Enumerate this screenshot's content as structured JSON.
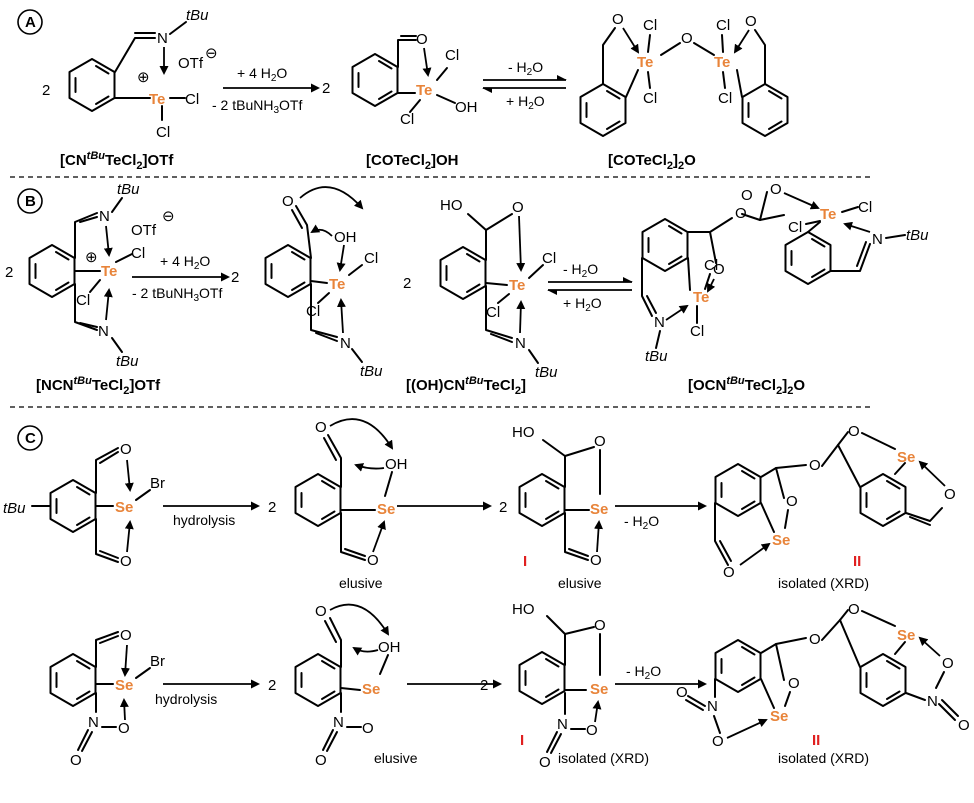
{
  "panels": {
    "a": {
      "letter": "A",
      "compound_1": "[CN",
      "compound_1_sup": "tBu",
      "compound_1_end": "TeCl",
      "compound_1_tail": "]OTf",
      "compound_2": "[COTeCl",
      "compound_2_tail": "]OH",
      "compound_3": "[COTeCl",
      "compound_3_tail": "]",
      "compound_3_end": "O",
      "reagent_top": "+ 4 H",
      "reagent_bottom": "- 2 tBuNH",
      "reagent_bottom_tail": "OTf",
      "equil_top": "- H",
      "equil_bottom": "+ H",
      "coefficient": "2"
    },
    "b": {
      "letter": "B",
      "compound_1": "[NCN",
      "compound_1_tail": "]OTf",
      "compound_2": "[(OH)CN",
      "compound_2_tail": "]",
      "compound_3": "[OCN",
      "compound_3_tail": "O",
      "sup": "tBu",
      "tecl": "TeCl",
      "reagent_top": "+ 4 H",
      "reagent_bottom": "- 2 tBuNH",
      "reagent_bottom_tail": "OTf",
      "equil_top": "- H",
      "equil_bottom": "+ H",
      "coefficient": "2"
    },
    "c": {
      "letter": "C",
      "step_1": "hydrolysis",
      "step_3": "- H",
      "coefficient": "2",
      "row1_notes": [
        "elusive",
        "elusive",
        "isolated (XRD)"
      ],
      "row2_notes": [
        "elusive",
        "isolated (XRD)",
        "isolated (XRD)"
      ],
      "label_I": "I",
      "label_II": "II"
    }
  },
  "atoms": {
    "te": "Te",
    "se": "Se",
    "cl": "Cl",
    "br": "Br",
    "o": "O",
    "n": "N",
    "oh": "OH",
    "ho": "HO",
    "otf": "OTf",
    "tbu": "tBu",
    "sub2": "2",
    "sub3": "3",
    "plus": "⊕",
    "minus": "⊖"
  }
}
